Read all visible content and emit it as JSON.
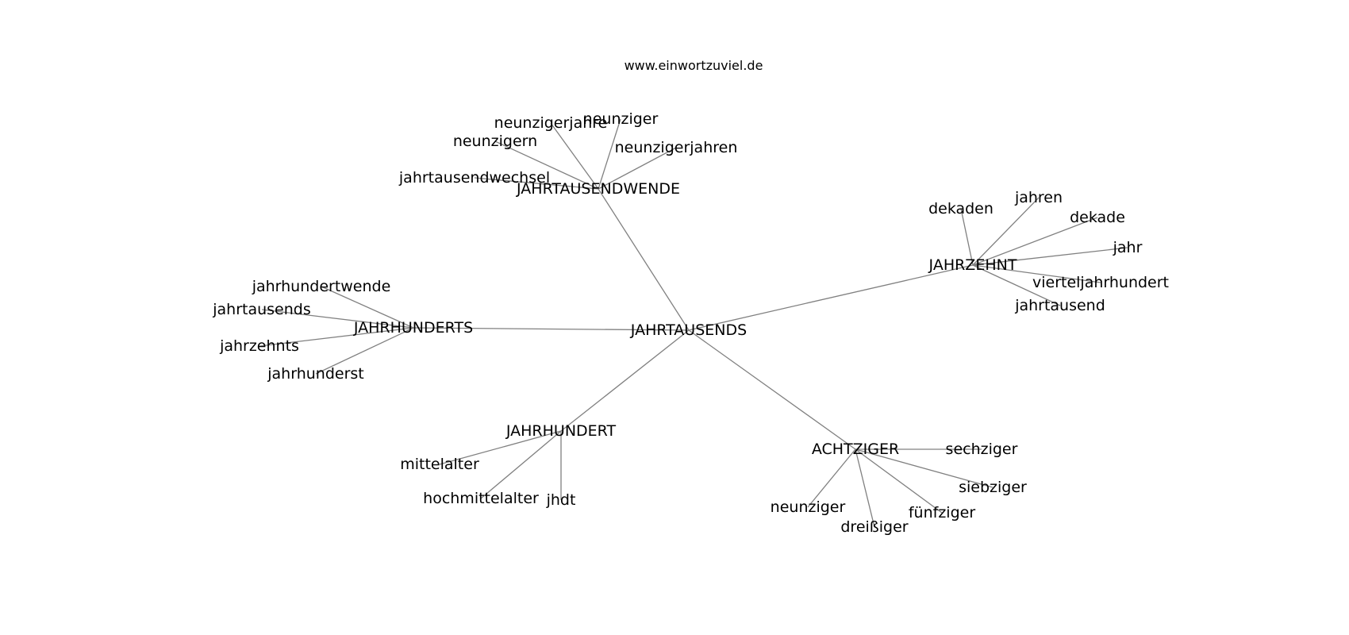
{
  "website": "www.einwortzuviel.de",
  "colors": {
    "edge": "#808080",
    "text": "#000000",
    "background": "#ffffff"
  },
  "center": "JAHRTAUSENDS",
  "hubs": [
    {
      "id": "jahrtausendwende",
      "label": "JAHRTAUSENDWENDE",
      "leaves": [
        "neunzigerjahre",
        "neunziger",
        "neunzigern",
        "neunzigerjahren",
        "jahrtausendwechsel"
      ]
    },
    {
      "id": "jahrzehnt",
      "label": "JAHRZEHNT",
      "leaves": [
        "dekaden",
        "jahren",
        "dekade",
        "jahr",
        "vierteljahrhundert",
        "jahrtausend"
      ]
    },
    {
      "id": "jahrhunderts",
      "label": "JAHRHUNDERTS",
      "leaves": [
        "jahrhundertwende",
        "jahrtausends",
        "jahrzehnts",
        "jahrhunderst"
      ]
    },
    {
      "id": "jahrhundert",
      "label": "JAHRHUNDERT",
      "leaves": [
        "mittelalter",
        "hochmittelalter",
        "jhdt"
      ]
    },
    {
      "id": "achtziger",
      "label": "ACHTZIGER",
      "leaves": [
        "sechziger",
        "siebziger",
        "fünfziger",
        "dreißiger",
        "neunziger"
      ]
    }
  ]
}
